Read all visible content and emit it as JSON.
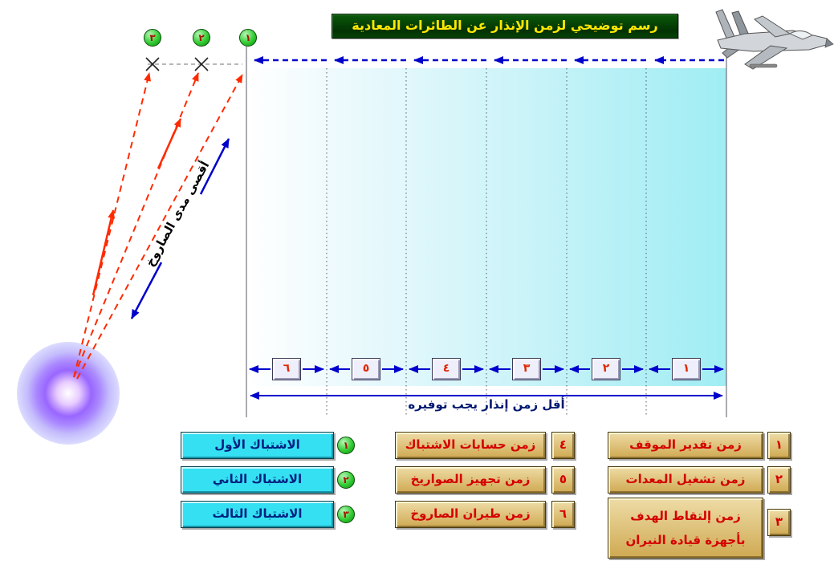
{
  "title": "رسم توضيحي لزمن الإنذار عن الطائرات المعادية",
  "axis_labels": {
    "missile_max_range": "أقصى مدى الصاروخ",
    "min_warning_time": "أقل زمن إنذار يجب توفيره"
  },
  "engagement_point_markers": [
    "٣",
    "٢",
    "١"
  ],
  "timeline_segment_numbers": [
    "٦",
    "٥",
    "٤",
    "٣",
    "٢",
    "١"
  ],
  "legend": {
    "engagements": [
      {
        "num": "١",
        "label": "الاشتباك الأول"
      },
      {
        "num": "٢",
        "label": "الاشتباك الثاني"
      },
      {
        "num": "٣",
        "label": "الاشتباك الثالث"
      }
    ],
    "time_steps_right": [
      {
        "num": "١",
        "label": "زمن تقدير الموقف"
      },
      {
        "num": "٢",
        "label": "زمن تشغيل المعدات"
      },
      {
        "num": "٣",
        "label": "زمن إلتقاط الهدف بأجهزة قيادة النيران"
      }
    ],
    "time_steps_middle": [
      {
        "num": "٤",
        "label": "زمن حسابات الاشتباك"
      },
      {
        "num": "٥",
        "label": "زمن تجهيز الصواريخ"
      },
      {
        "num": "٦",
        "label": "زمن طيران الصاروخ"
      }
    ]
  },
  "icons": {
    "fighter_jet": "fighter-jet-icon",
    "launcher_blast": "launcher-blast-icon",
    "miss_mark": "miss-x-icon"
  },
  "colors": {
    "title_bg": "#054a05",
    "title_text": "#ffe800",
    "timeline_blue": "#0000cc",
    "alert_red": "#ff2a00",
    "engagement_green": "#33cc33",
    "cyan_legend": "#35e0f2",
    "tan_legend": "#d9b463",
    "band_cyan": "#9feef4",
    "number_red": "#d40000",
    "legend_text_navy": "#002080"
  }
}
